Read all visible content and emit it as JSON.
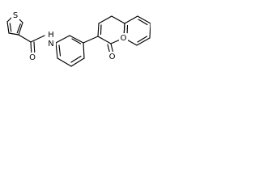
{
  "diagram": {
    "type": "chemical-structure",
    "atoms": {
      "thiophene_s": "S",
      "amide_n": "N",
      "amide_h": "H",
      "amide_o": "O",
      "lactone_o": "O",
      "carbonyl_o": "O"
    }
  }
}
